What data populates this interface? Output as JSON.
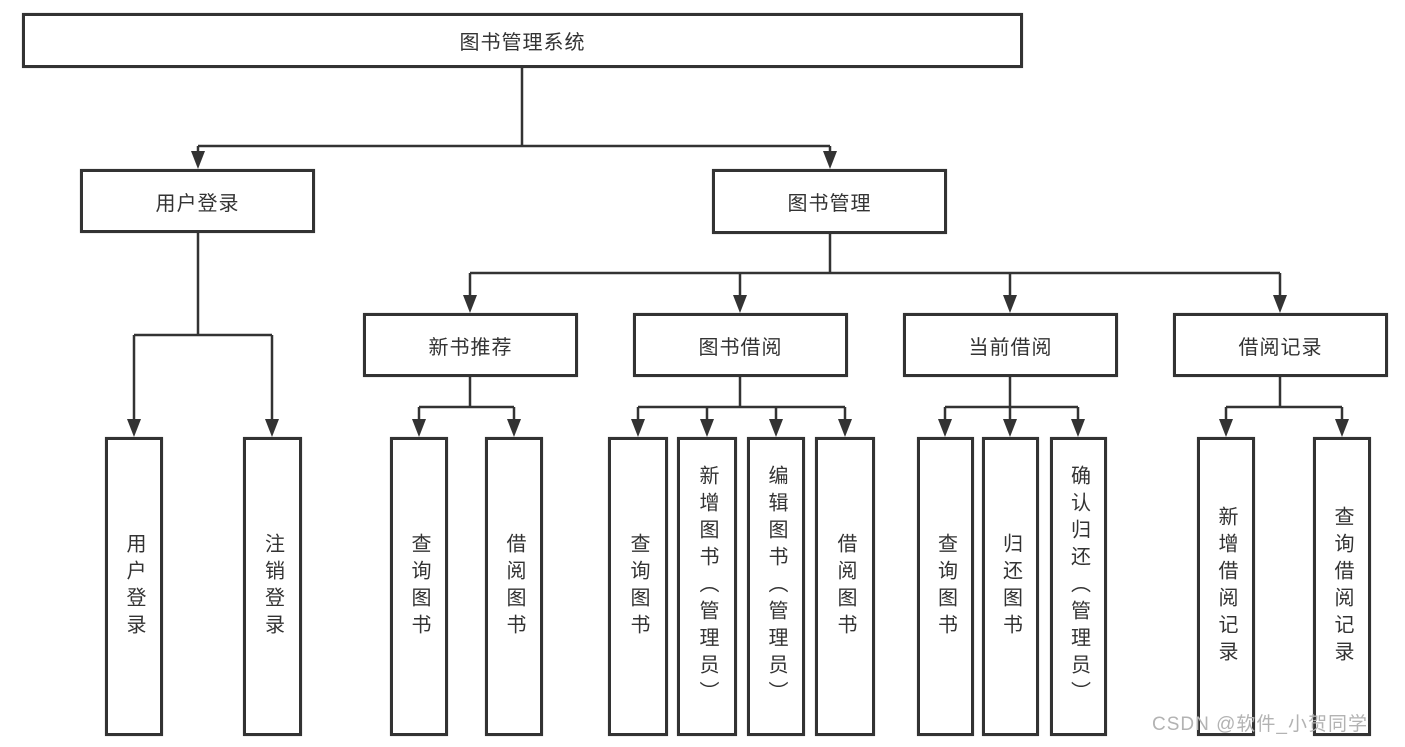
{
  "diagram_type": "hierarchy-tree",
  "tree": {
    "root": "图书管理系统",
    "branches": [
      {
        "label": "用户登录",
        "leaves": [
          "用户登录",
          "注销登录"
        ]
      },
      {
        "label": "图书管理",
        "sections": [
          {
            "label": "新书推荐",
            "leaves": [
              "查询图书",
              "借阅图书"
            ]
          },
          {
            "label": "图书借阅",
            "leaves": [
              "查询图书",
              "新增图书（管理员）",
              "编辑图书（管理员）",
              "借阅图书"
            ]
          },
          {
            "label": "当前借阅",
            "leaves": [
              "查询图书",
              "归还图书",
              "确认归还（管理员）"
            ]
          },
          {
            "label": "借阅记录",
            "leaves": [
              "新增借阅记录",
              "查询借阅记录"
            ]
          }
        ]
      }
    ]
  },
  "watermark": "CSDN @软件_小贺同学",
  "colors": {
    "line": "#333333",
    "box_border": "#333333",
    "text": "#333333",
    "watermark": "#b3b3b3",
    "background": "#ffffff"
  }
}
